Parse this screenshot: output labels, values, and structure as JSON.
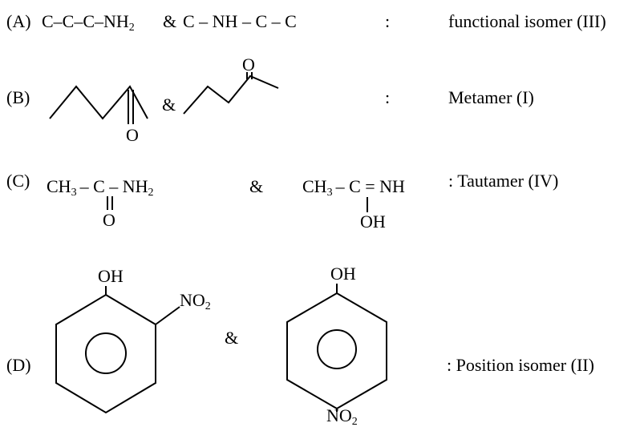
{
  "rows": {
    "a": {
      "label": "(A)",
      "formula1": "C–C–C–NH",
      "formula1_sub": "2",
      "amp": "&",
      "formula2": "C – NH – C – C",
      "colon": ":",
      "result": "functional isomer (III)"
    },
    "b": {
      "label": "(B)",
      "o1": "O",
      "amp": "&",
      "o2": "O",
      "colon": ":",
      "result": "Metamer (I)"
    },
    "c": {
      "label": "(C)",
      "ch3_1": "CH",
      "sub3_1": "3",
      "part1": "– C – NH",
      "sub2_1": "2",
      "o": "O",
      "amp": "&",
      "ch3_2": "CH",
      "sub3_2": "3",
      "part2": "– C = NH",
      "oh": "OH",
      "result": ": Tautamer (IV)"
    },
    "d": {
      "label": "(D)",
      "oh1": "OH",
      "no2_1": "NO",
      "no2_1_sub": "2",
      "amp": "&",
      "oh2": "OH",
      "no2_2": "NO",
      "no2_2_sub": "2",
      "result": ": Position isomer (II)"
    }
  }
}
